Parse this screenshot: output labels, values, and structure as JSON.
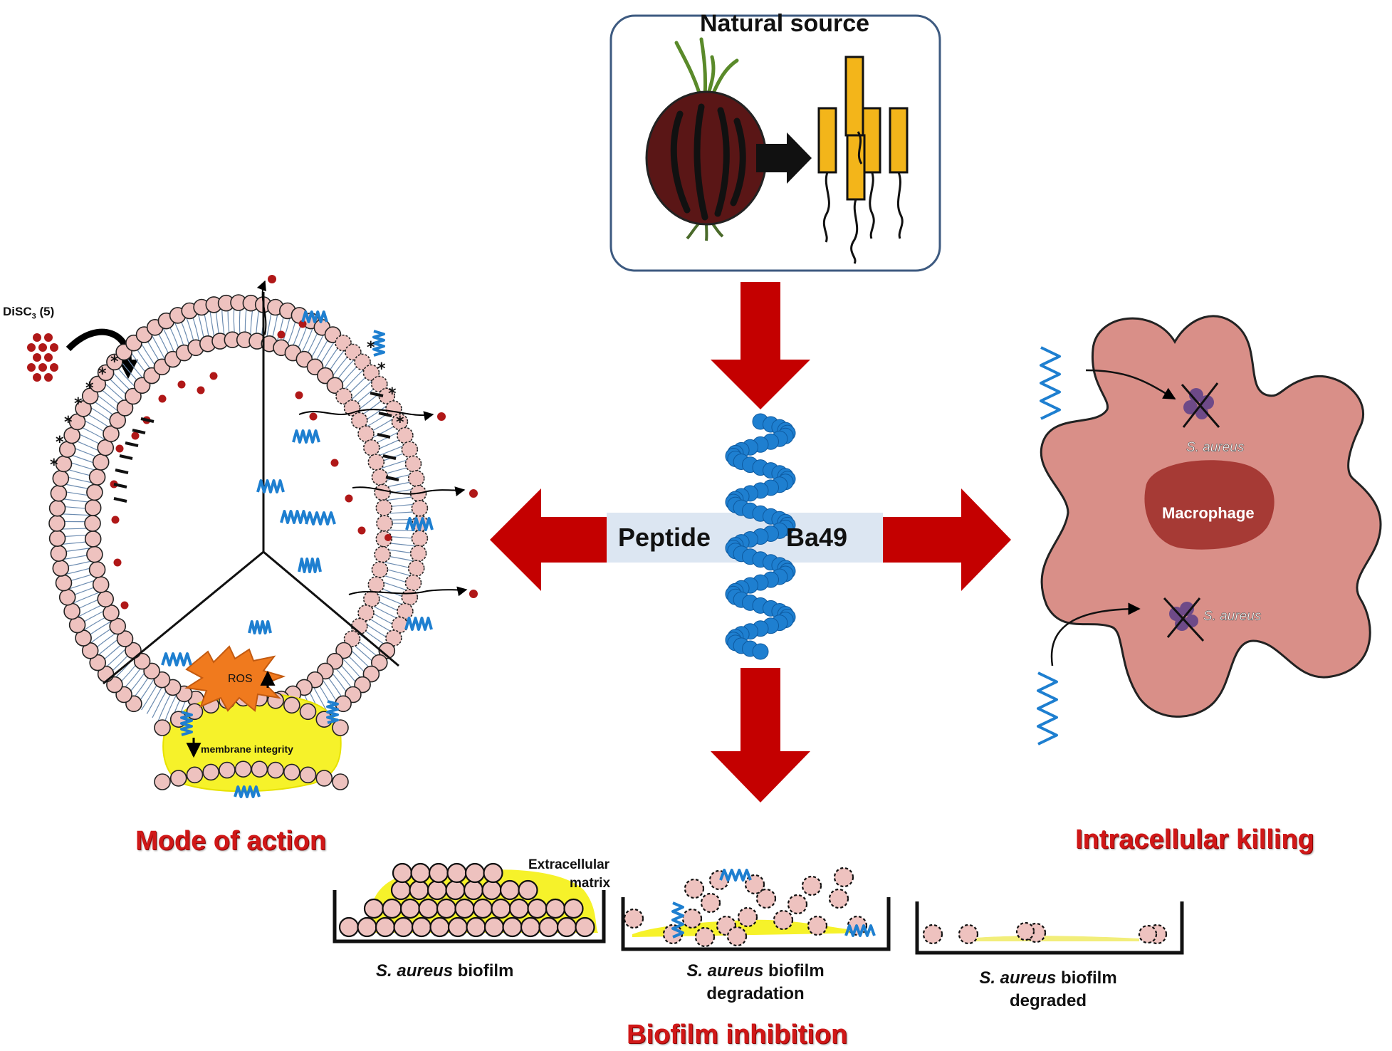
{
  "natural_source": {
    "label": "Natural source"
  },
  "peptide": {
    "word1": "Peptide",
    "word2": "Ba49"
  },
  "mode_of_action": {
    "title": "Mode of action",
    "dye_label": "DiSC",
    "dye_sub": "3",
    "dye_suffix": " (5)",
    "ros": "ROS",
    "membrane": "membrane integrity"
  },
  "intracellular": {
    "title": "Intracellular killing",
    "macrophage": "Macrophage",
    "bacterium_1": "S. aureus",
    "bacterium_2": "S. aureus"
  },
  "biofilm": {
    "title": "Biofilm inhibition",
    "matrix_line1": "Extracellular",
    "matrix_line2": "matrix",
    "panel1_italic": "S. aureus",
    "panel1_rest": " biofilm",
    "panel2_italic": "S. aureus",
    "panel2_rest": " biofilm",
    "panel2_line2": "degradation",
    "panel3_italic": "S. aureus",
    "panel3_rest": " biofilm",
    "panel3_line2": "degraded"
  },
  "colors": {
    "arrow_red": "#c40000",
    "title_red": "#d01818",
    "peptide_blue": "#1e7fd0",
    "lipid_pink": "#eec2bf",
    "macrophage_body": "#d98f88",
    "nucleus": "#a63a35",
    "bulb": "#5a1616",
    "tube_yellow": "#f3b51a",
    "matrix_yellow": "#f6f22a",
    "label_bg": "#dce6f2"
  }
}
